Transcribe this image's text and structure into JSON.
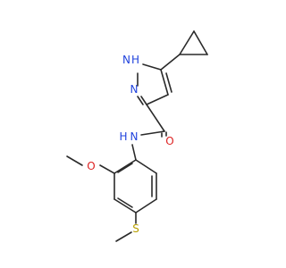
{
  "molecule": {
    "atoms": {
      "n_h": {
        "text": "N",
        "color": "#2244dd"
      },
      "h_on_n": {
        "text": "H",
        "color": "#2244dd"
      },
      "n_ring": {
        "text": "N",
        "color": "#2244dd"
      },
      "n_amide": {
        "text": "N",
        "color": "#2244dd"
      },
      "h_amide": {
        "text": "H",
        "color": "#2244dd"
      },
      "o_carbonyl": {
        "text": "O",
        "color": "#dd2222"
      },
      "o_methoxy": {
        "text": "O",
        "color": "#dd2222"
      },
      "s_thio": {
        "text": "S",
        "color": "#b8a000"
      }
    },
    "bond_color": "#2a2a2a"
  }
}
